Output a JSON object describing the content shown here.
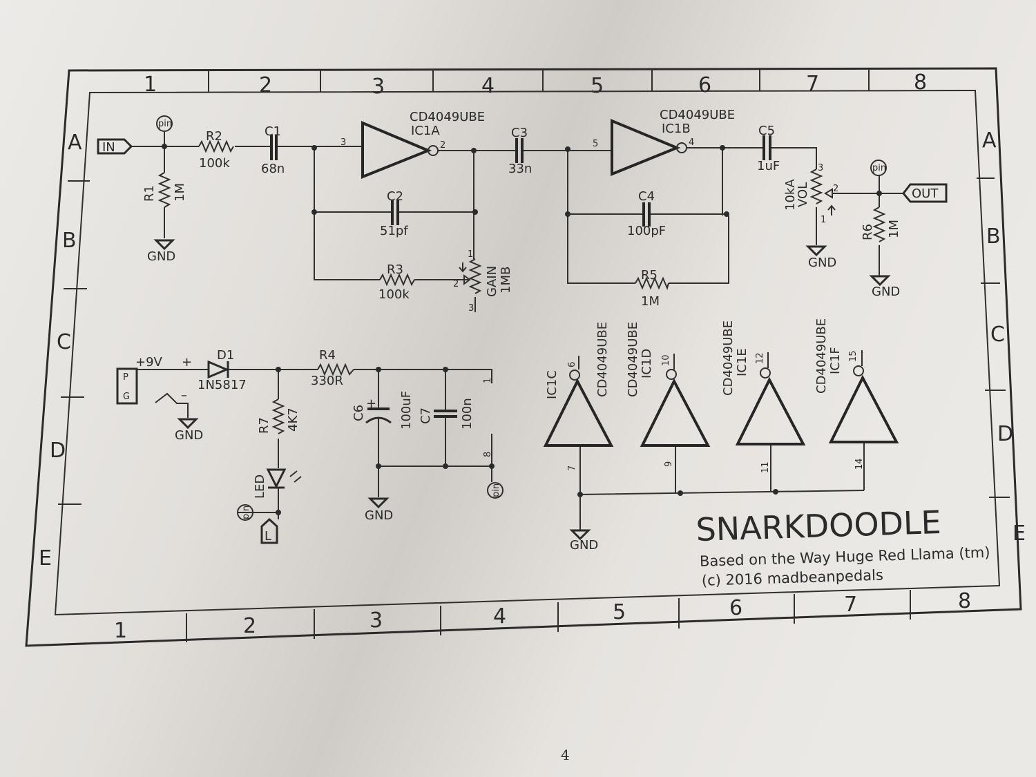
{
  "sheet": {
    "col_labels": [
      "1",
      "2",
      "3",
      "4",
      "5",
      "6",
      "7",
      "8"
    ],
    "row_labels": [
      "A",
      "B",
      "C",
      "D",
      "E"
    ],
    "page_number": "4"
  },
  "title_block": {
    "title": "SNARKDOODLE",
    "subtitle": "Based on the Way Huge Red Llama (tm)",
    "copyright": "(c) 2016 madbeanpedals"
  },
  "common": {
    "gnd": "GND",
    "pin": "pin",
    "ic_part": "CD4049UBE"
  },
  "ports": {
    "in": "IN",
    "out": "OUT",
    "led_tag": "L",
    "power_p": "P",
    "power_g": "G"
  },
  "ic": {
    "a": {
      "name": "IC1A",
      "in_pin": "3",
      "out_pin": "2"
    },
    "b": {
      "name": "IC1B",
      "in_pin": "5",
      "out_pin": "4"
    },
    "c": {
      "name": "IC1C",
      "top_pin": "6",
      "bottom_pin": "7"
    },
    "d": {
      "name": "IC1D",
      "top_pin": "10",
      "bottom_pin": "9"
    },
    "e": {
      "name": "IC1E",
      "top_pin": "12",
      "bottom_pin": "11"
    },
    "f": {
      "name": "IC1F",
      "top_pin": "15",
      "bottom_pin": "14"
    },
    "supply_pin_top": "1",
    "supply_pin_bottom": "8"
  },
  "components": {
    "r1": {
      "ref": "R1",
      "value": "1M"
    },
    "r2": {
      "ref": "R2",
      "value": "100k"
    },
    "r3": {
      "ref": "R3",
      "value": "100k"
    },
    "r4": {
      "ref": "R4",
      "value": "330R"
    },
    "r5": {
      "ref": "R5",
      "value": "1M"
    },
    "r6": {
      "ref": "R6",
      "value": "1M"
    },
    "r7": {
      "ref": "R7",
      "value": "4K7"
    },
    "c1": {
      "ref": "C1",
      "value": "68n"
    },
    "c2": {
      "ref": "C2",
      "value": "51pf"
    },
    "c3": {
      "ref": "C3",
      "value": "33n"
    },
    "c4": {
      "ref": "C4",
      "value": "100pF"
    },
    "c5": {
      "ref": "C5",
      "value": "1uF"
    },
    "c6": {
      "ref": "C6",
      "value": "100uF",
      "polarity": "+"
    },
    "c7": {
      "ref": "C7",
      "value": "100n"
    },
    "d1": {
      "ref": "D1",
      "value": "1N5817"
    },
    "led": {
      "ref": "LED"
    },
    "gain": {
      "ref": "GAIN",
      "value": "1MB",
      "pins": [
        "1",
        "2",
        "3"
      ]
    },
    "vol": {
      "ref": "VOL",
      "value": "10kA",
      "pins": [
        "1",
        "2",
        "3"
      ]
    },
    "supply": {
      "label": "+9V",
      "plus": "+",
      "minus": "–"
    }
  }
}
